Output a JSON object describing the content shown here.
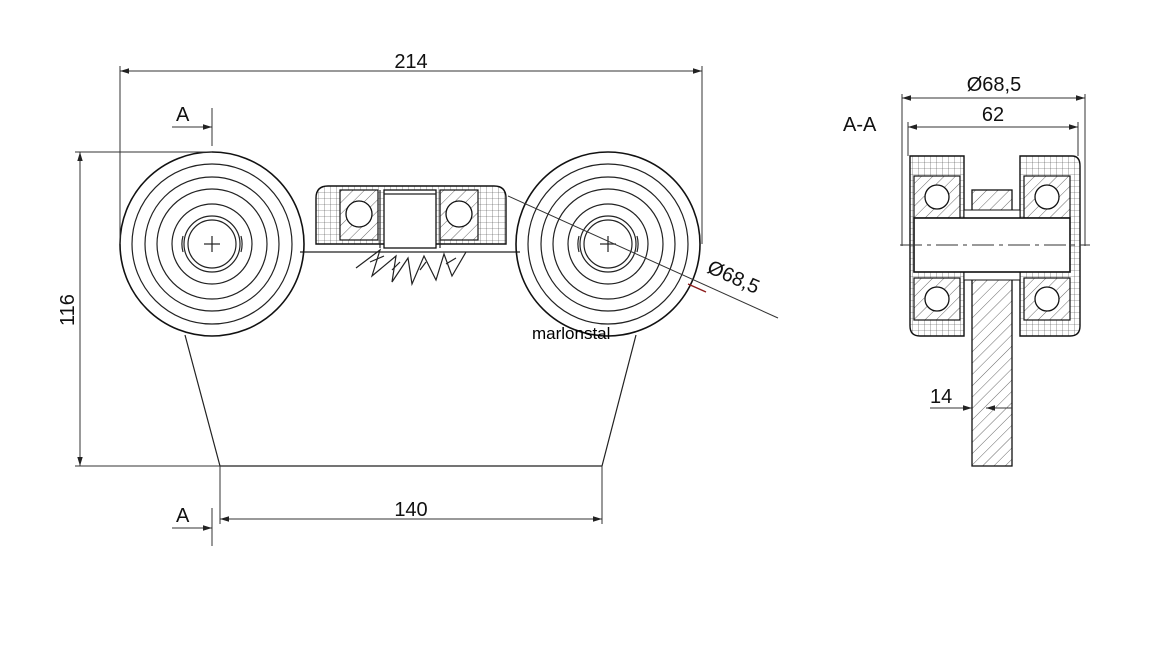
{
  "dimensions": {
    "overall_width": "214",
    "wheel_spacing": "140",
    "height": "116",
    "wheel_diameter_front": "Ø68,5",
    "wheel_diameter_section": "Ø68,5",
    "wheel_width": "62",
    "plate_thickness": "14"
  },
  "section": {
    "marker_top": "A",
    "marker_bottom": "A",
    "title": "A-A"
  },
  "watermark": "marlonstal",
  "colors": {
    "line": "#222222",
    "leader_accent": "#8b1a1a",
    "background": "#ffffff"
  }
}
